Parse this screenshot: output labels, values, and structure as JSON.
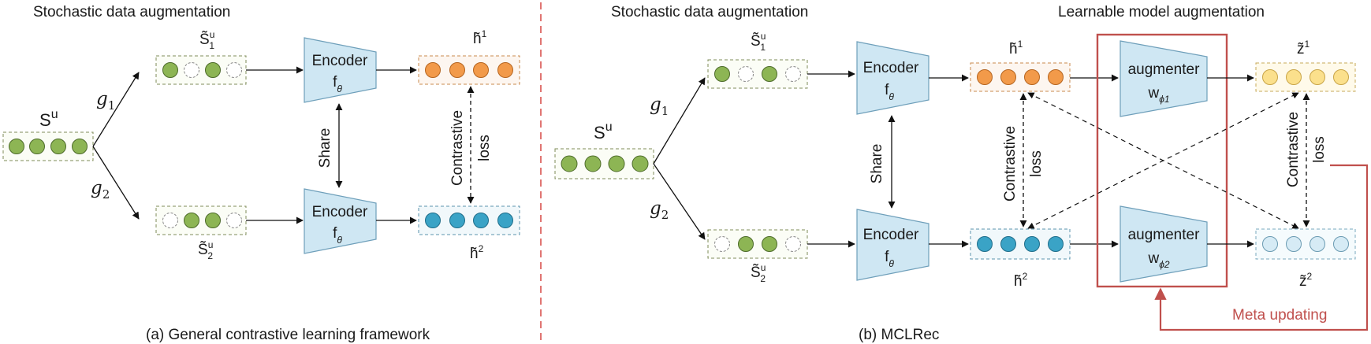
{
  "panel_a": {
    "header": "Stochastic data augmentation",
    "caption": "(a) General contrastive learning framework",
    "input_label": "S",
    "input_sup": "u",
    "g1": "g",
    "g1_sub": "1",
    "g2": "g",
    "g2_sub": "2",
    "view1_label": "S̃",
    "view1_sup": "u",
    "view1_sub": "1",
    "view2_label": "S̃",
    "view2_sup": "u",
    "view2_sub": "2",
    "encoder_title": "Encoder",
    "encoder_f": "f",
    "encoder_theta": "θ",
    "share": "Share",
    "h1": "h̃",
    "h1_sup": "1",
    "h2": "h̃",
    "h2_sup": "2",
    "contrastive": "Contrastive",
    "loss": "loss"
  },
  "panel_b": {
    "header_left": "Stochastic data augmentation",
    "header_right": "Learnable model augmentation",
    "caption": "(b) MCLRec",
    "input_label": "S",
    "input_sup": "u",
    "g1": "g",
    "g1_sub": "1",
    "g2": "g",
    "g2_sub": "2",
    "view1_label": "S̃",
    "view1_sup": "u",
    "view1_sub": "1",
    "view2_label": "S̃",
    "view2_sup": "u",
    "view2_sub": "2",
    "encoder_title": "Encoder",
    "encoder_f": "f",
    "encoder_theta": "θ",
    "share": "Share",
    "h1": "h̃",
    "h1_sup": "1",
    "h2": "h̃",
    "h2_sup": "2",
    "contrastive": "Contrastive",
    "loss": "loss",
    "augmenter": "augmenter",
    "aug1_w": "w",
    "aug1_sub": "ϕ1",
    "aug2_w": "w",
    "aug2_sub": "ϕ2",
    "z1": "z̃",
    "z1_sup": "1",
    "z2": "z̃",
    "z2_sup": "2",
    "meta": "Meta updating"
  },
  "colors": {
    "green": "#8db554",
    "orange": "#f29a4a",
    "blue": "#3aa3c6",
    "yellow": "#fbe08c",
    "lightblue": "#d6ebf5",
    "trapezoid": "#cfe7f3",
    "red": "#c0504d",
    "divider": "#d9534f"
  }
}
